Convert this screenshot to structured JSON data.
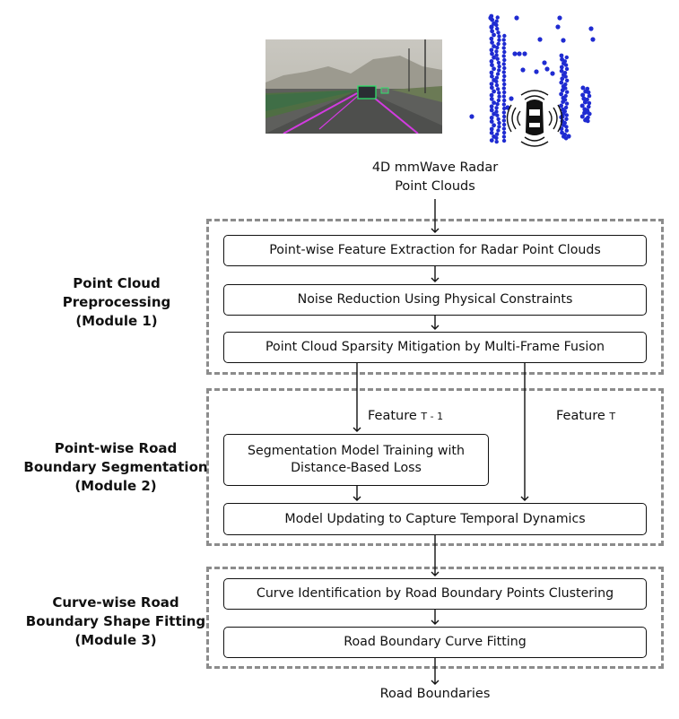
{
  "figure": {
    "input_label_line1": "4D mmWave Radar",
    "input_label_line2": "Point Clouds",
    "output_label": "Road Boundaries",
    "images": [
      {
        "name": "road-camera-photo",
        "desc": "road scene with detected vehicles and lane boundaries"
      },
      {
        "name": "radar-point-cloud-plot",
        "desc": "blue radar points with ego vehicle"
      }
    ]
  },
  "modules": [
    {
      "label_lines": [
        "Point Cloud",
        "Preprocessing",
        "(Module 1)"
      ],
      "steps": [
        "Point-wise Feature Extraction for Radar Point Clouds",
        "Noise Reduction Using Physical Constraints",
        "Point Cloud Sparsity Mitigation by Multi-Frame Fusion"
      ]
    },
    {
      "label_lines": [
        "Point-wise Road",
        "Boundary Segmentation",
        "(Module 2)"
      ],
      "steps": [
        "Segmentation Model Training with",
        "Distance-Based Loss",
        "Model Updating to Capture Temporal Dynamics"
      ],
      "feature_prev": {
        "text": "Feature",
        "sub": "T - 1"
      },
      "feature_curr": {
        "text": "Feature",
        "sub": "T"
      }
    },
    {
      "label_lines": [
        "Curve-wise Road",
        "Boundary Shape Fitting",
        "(Module 3)"
      ],
      "steps": [
        "Curve Identification by Road Boundary Points Clustering",
        "Road Boundary Curve Fitting"
      ]
    }
  ],
  "colors": {
    "radar_points": "#1f2bd1",
    "dashed_border": "#8c8c8c",
    "lane_lines": "#d23be0",
    "detection_box": "#2ee06a"
  }
}
